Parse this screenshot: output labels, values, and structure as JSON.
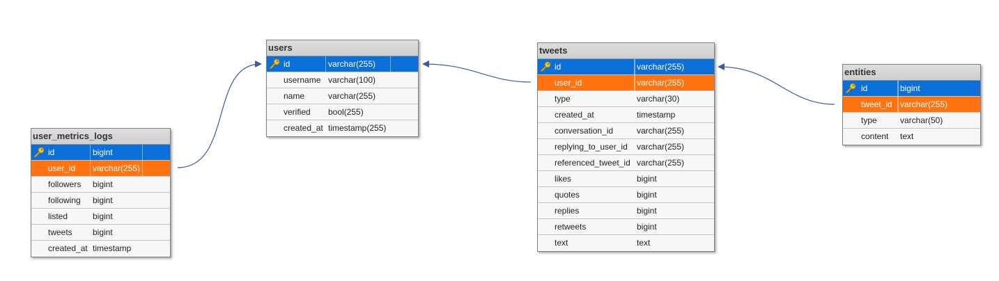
{
  "diagram": {
    "colors": {
      "primary_key_row": "#0a6fd6",
      "foreign_key_row": "#ff7310",
      "connector": "#3a5f9c"
    },
    "icons": {
      "primary_key": "key-icon"
    },
    "tables": {
      "user_metrics_logs": {
        "title": "user_metrics_logs",
        "columns": [
          {
            "name": "id",
            "type": "bigint",
            "key": "pk"
          },
          {
            "name": "user_id",
            "type": "varchar(255)",
            "key": "fk"
          },
          {
            "name": "followers",
            "type": "bigint",
            "key": ""
          },
          {
            "name": "following",
            "type": "bigint",
            "key": ""
          },
          {
            "name": "listed",
            "type": "bigint",
            "key": ""
          },
          {
            "name": "tweets",
            "type": "bigint",
            "key": ""
          },
          {
            "name": "created_at",
            "type": "timestamp",
            "key": ""
          }
        ]
      },
      "users": {
        "title": "users",
        "columns": [
          {
            "name": "id",
            "type": "varchar(255)",
            "key": "pk"
          },
          {
            "name": "username",
            "type": "varchar(100)",
            "key": ""
          },
          {
            "name": "name",
            "type": "varchar(255)",
            "key": ""
          },
          {
            "name": "verified",
            "type": "bool(255)",
            "key": ""
          },
          {
            "name": "created_at",
            "type": "timestamp(255)",
            "key": ""
          }
        ]
      },
      "tweets": {
        "title": "tweets",
        "columns": [
          {
            "name": "id",
            "type": "varchar(255)",
            "key": "pk"
          },
          {
            "name": "user_id",
            "type": "varchar(255)",
            "key": "fk"
          },
          {
            "name": "type",
            "type": "varchar(30)",
            "key": ""
          },
          {
            "name": "created_at",
            "type": "timestamp",
            "key": ""
          },
          {
            "name": "conversation_id",
            "type": "varchar(255)",
            "key": ""
          },
          {
            "name": "replying_to_user_id",
            "type": "varchar(255)",
            "key": ""
          },
          {
            "name": "referenced_tweet_id",
            "type": "varchar(255)",
            "key": ""
          },
          {
            "name": "likes",
            "type": "bigint",
            "key": ""
          },
          {
            "name": "quotes",
            "type": "bigint",
            "key": ""
          },
          {
            "name": "replies",
            "type": "bigint",
            "key": ""
          },
          {
            "name": "retweets",
            "type": "bigint",
            "key": ""
          },
          {
            "name": "text",
            "type": "text",
            "key": ""
          }
        ]
      },
      "entities": {
        "title": "entities",
        "columns": [
          {
            "name": "id",
            "type": "bigint",
            "key": "pk"
          },
          {
            "name": "tweet_id",
            "type": "varchar(255)",
            "key": "fk"
          },
          {
            "name": "type",
            "type": "varchar(50)",
            "key": ""
          },
          {
            "name": "content",
            "type": "text",
            "key": ""
          }
        ]
      }
    },
    "relationships": [
      {
        "from": "user_metrics_logs.user_id",
        "to": "users.id"
      },
      {
        "from": "tweets.user_id",
        "to": "users.id"
      },
      {
        "from": "entities.tweet_id",
        "to": "tweets.id"
      }
    ]
  }
}
